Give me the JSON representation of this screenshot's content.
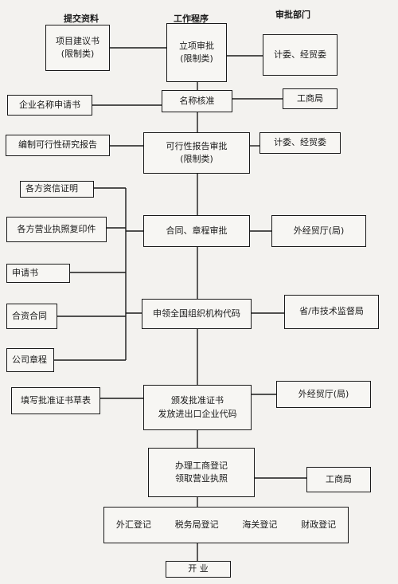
{
  "headers": {
    "submit": "提交资料",
    "procedure": "工作程序",
    "approval_dept": "审批部门"
  },
  "submit_docs": {
    "project_proposal": {
      "line1": "项目建议书",
      "line2": "(限制类)"
    },
    "name_application": "企业名称申请书",
    "feasibility_prep": "编制可行性研究报告",
    "credit_certificate": "各方资信证明",
    "license_copy": "各方营业执照复印件",
    "application_letter": "申请书",
    "jv_contract": "合资合同",
    "articles": "公司章程",
    "certificate_draft": "填写批准证书草表"
  },
  "steps": {
    "project_approval": {
      "line1": "立项审批",
      "line2": "(限制类)"
    },
    "name_check": "名称核准",
    "feasibility_approval": {
      "line1": "可行性报告审批",
      "line2": "(限制类)"
    },
    "contract_approval": "合同、章程审批",
    "org_code": "申领全国组织机构代码",
    "certificate": {
      "line1": "颁发批准证书",
      "line2": "发放进出口企业代码"
    },
    "business_reg": {
      "line1": "办理工商登记",
      "line2": "领取营业执照"
    },
    "registrations": [
      "外汇登记",
      "税务局登记",
      "海关登记",
      "财政登记"
    ],
    "open": "开 业"
  },
  "departments": {
    "planning_trade_1": "计委、经贸委",
    "industry_commerce_1": "工商局",
    "planning_trade_2": "计委、经贸委",
    "foreign_trade_1": "外经贸厅(局)",
    "tech_supervision": "省/市技术监督局",
    "foreign_trade_2": "外经贸厅(局)",
    "industry_commerce_2": "工商局"
  }
}
